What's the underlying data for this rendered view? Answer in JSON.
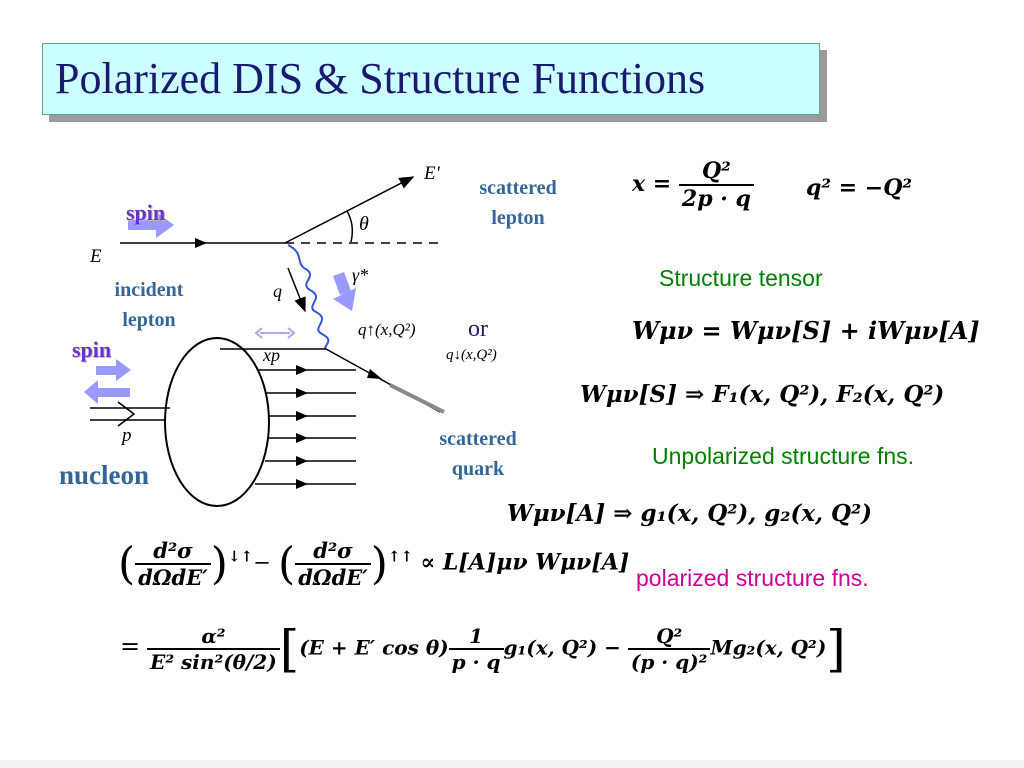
{
  "title": "Polarized DIS & Structure Functions",
  "diagram": {
    "spin_top": "spin",
    "spin_bottom": "spin",
    "E": "E",
    "E_prime": "E'",
    "theta": "θ",
    "gamma_star": "γ*",
    "q": "q",
    "xp": "xp",
    "p": "p",
    "incident_lepton": [
      "incident",
      "lepton"
    ],
    "scattered_lepton": [
      "scattered",
      "lepton"
    ],
    "scattered_quark": [
      "scattered",
      "quark"
    ],
    "nucleon": "nucleon",
    "q_up": "q↑(x,Q²)",
    "or": "or",
    "q_down": "q↓(x,Q²)"
  },
  "labels": {
    "structure_tensor": "Structure tensor",
    "unpolarized": "Unpolarized structure fns.",
    "polarized": "polarized structure fns."
  },
  "equations": {
    "x_lhs": "x =",
    "x_num": "Q²",
    "x_den": "2p · q",
    "q2": "q² = −Q²",
    "W_decomp": "Wμν = Wμν[S] + iWμν[A]",
    "W_S": "Wμν[S] ⇒ F₁(x, Q²),    F₂(x, Q²)",
    "W_A": "Wμν[A] ⇒ g₁(x, Q²),    g₂(x, Q²)",
    "xsec_num": "d²σ",
    "xsec_den": "dΩdE′",
    "xsec_sup1": "↓↑",
    "xsec_sup2": "↑↑",
    "xsec_rhs": "∝ L[A]μν Wμν[A]",
    "eq2_lhs": "=",
    "eq2_frac1_num": "α²",
    "eq2_frac1_den": "E² sin²(θ/2)",
    "eq2_part1": "(E + E′ cos θ)",
    "eq2_frac2_num": "1",
    "eq2_frac2_den": "p · q",
    "eq2_part2": "g₁(x, Q²) −",
    "eq2_frac3_num": "Q²",
    "eq2_frac3_den": "(p · q)²",
    "eq2_part3": "Mg₂(x, Q²)"
  },
  "colors": {
    "title_bg": "#ccffff",
    "title_text": "#1a1a6e",
    "label_blue": "#336699",
    "spin_purple": "#6633cc",
    "green": "#008000",
    "magenta": "#cc0099",
    "photon": "#3355dd"
  }
}
